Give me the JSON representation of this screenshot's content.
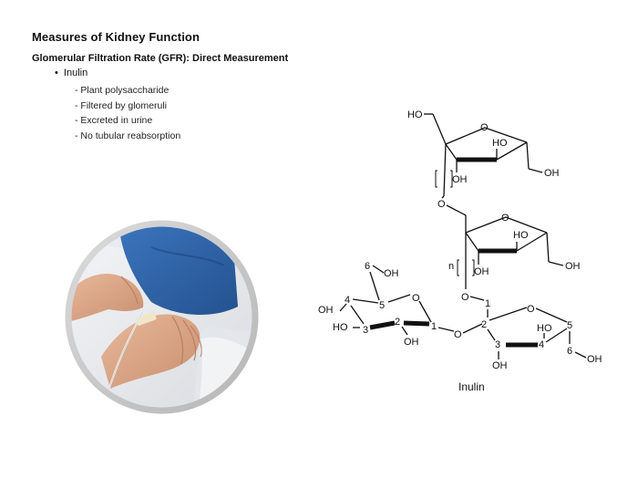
{
  "slide": {
    "title": "Measures of Kidney Function",
    "subtitle": "Glomerular Filtration Rate (GFR): Direct Measurement",
    "bullet": {
      "marker": "•",
      "label": "Inulin",
      "subitems": [
        "Plant polysaccharide",
        "Filtered by glomeruli",
        "Excreted in urine",
        "No tubular reabsorption"
      ]
    },
    "photo": {
      "icon": "patient-hand-iv-photo",
      "colors": {
        "frame": "#c9c9c9",
        "gown": "#2f64a8",
        "skin": "#d9a98a",
        "bedding": "#eef0f2"
      }
    },
    "structure": {
      "caption": "Inulin",
      "labels": {
        "ho": "HO",
        "oh": "OH",
        "o": "O",
        "n": "n",
        "c1": "1",
        "c2": "2",
        "c3": "3",
        "c4": "4",
        "c5": "5",
        "c6": "6"
      }
    }
  }
}
